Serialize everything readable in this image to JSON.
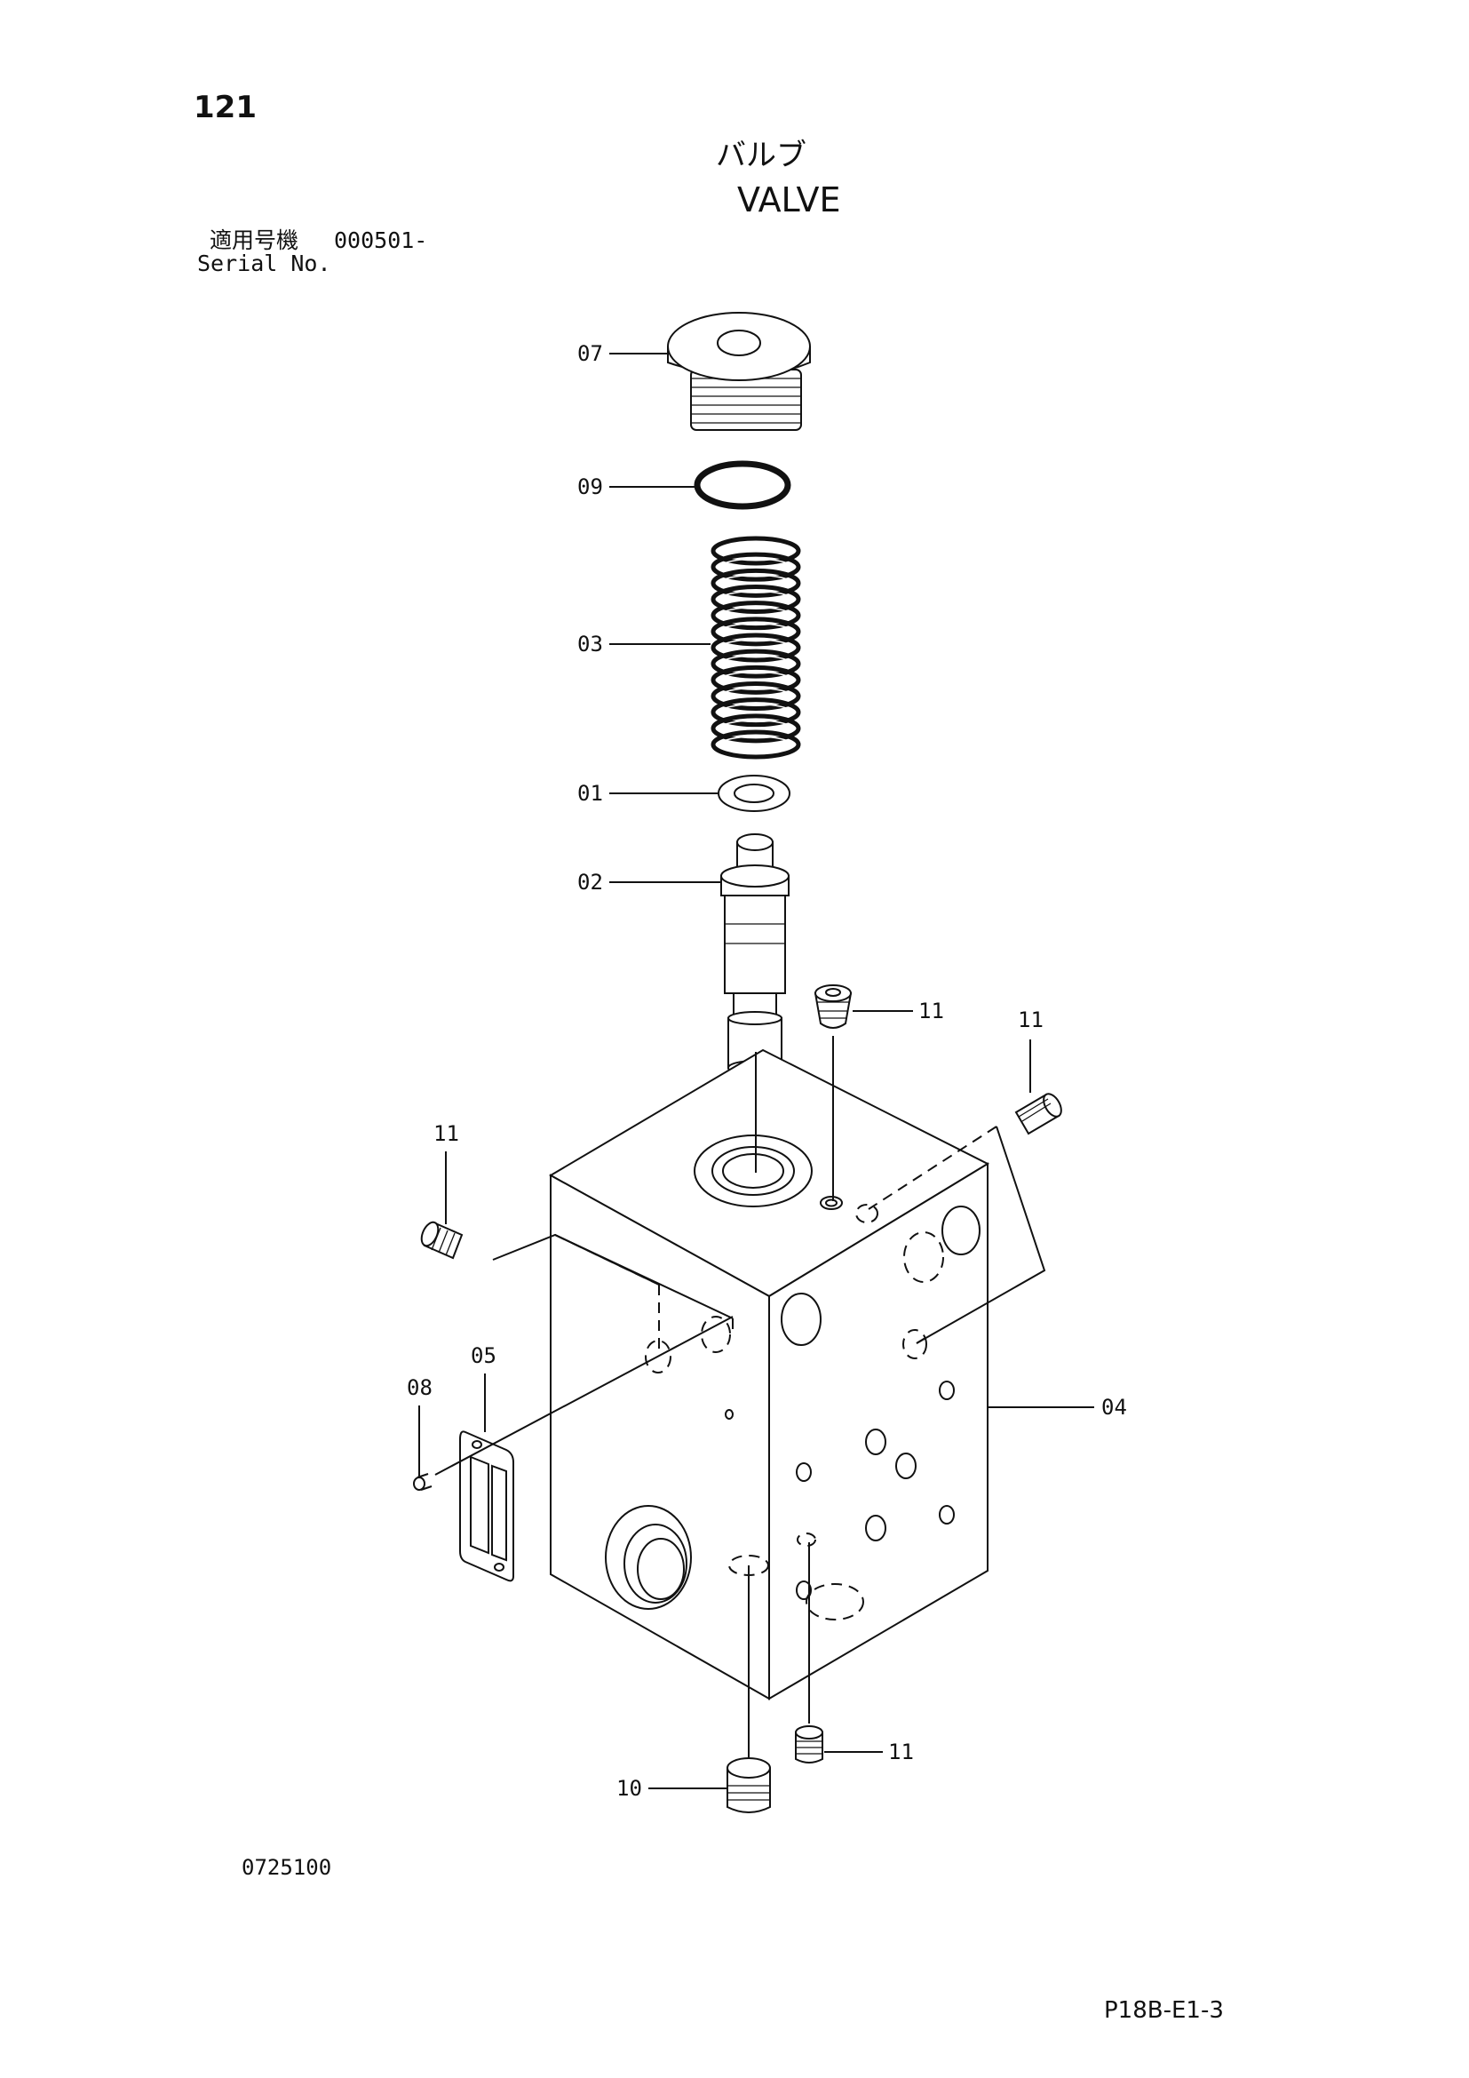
{
  "header": {
    "page_number": "121",
    "title_jp": "バルブ",
    "title_en": "VALVE"
  },
  "serial": {
    "label_jp": "適用号機",
    "value": "000501-",
    "label_en": "Serial No."
  },
  "footer": {
    "drawing_number": "0725100",
    "page_code": "P18B-E1-3"
  },
  "callouts": [
    {
      "id": "c07",
      "label": "07"
    },
    {
      "id": "c09",
      "label": "09"
    },
    {
      "id": "c03",
      "label": "03"
    },
    {
      "id": "c01",
      "label": "01"
    },
    {
      "id": "c02",
      "label": "02"
    },
    {
      "id": "c11a",
      "label": "11"
    },
    {
      "id": "c11b",
      "label": "11"
    },
    {
      "id": "c11c",
      "label": "11"
    },
    {
      "id": "c05",
      "label": "05"
    },
    {
      "id": "c08",
      "label": "08"
    },
    {
      "id": "c04",
      "label": "04"
    },
    {
      "id": "c11d",
      "label": "11"
    },
    {
      "id": "c10",
      "label": "10"
    }
  ]
}
